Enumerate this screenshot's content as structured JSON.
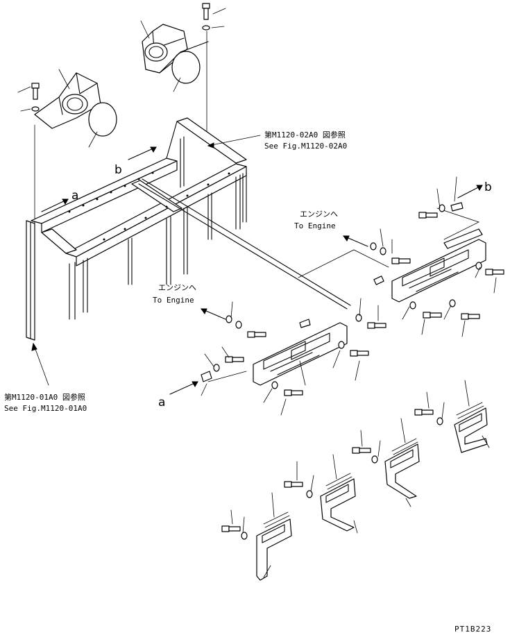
{
  "annotations": {
    "fig_ref_upper_jp": "第M1120-02A0 図参照",
    "fig_ref_upper_en": "See Fig.M1120-02A0",
    "fig_ref_lower_jp": "第M1120-01A0 図参照",
    "fig_ref_lower_en": "See Fig.M1120-01A0",
    "to_engine_upper_jp": "エンジンへ",
    "to_engine_upper_en": "To Engine",
    "to_engine_lower_jp": "エンジンへ",
    "to_engine_lower_en": "To Engine",
    "label_a_top": "a",
    "label_b_top": "b",
    "label_a_bottom": "a",
    "label_b_right": "b"
  },
  "drawing_code": "PT1B223"
}
